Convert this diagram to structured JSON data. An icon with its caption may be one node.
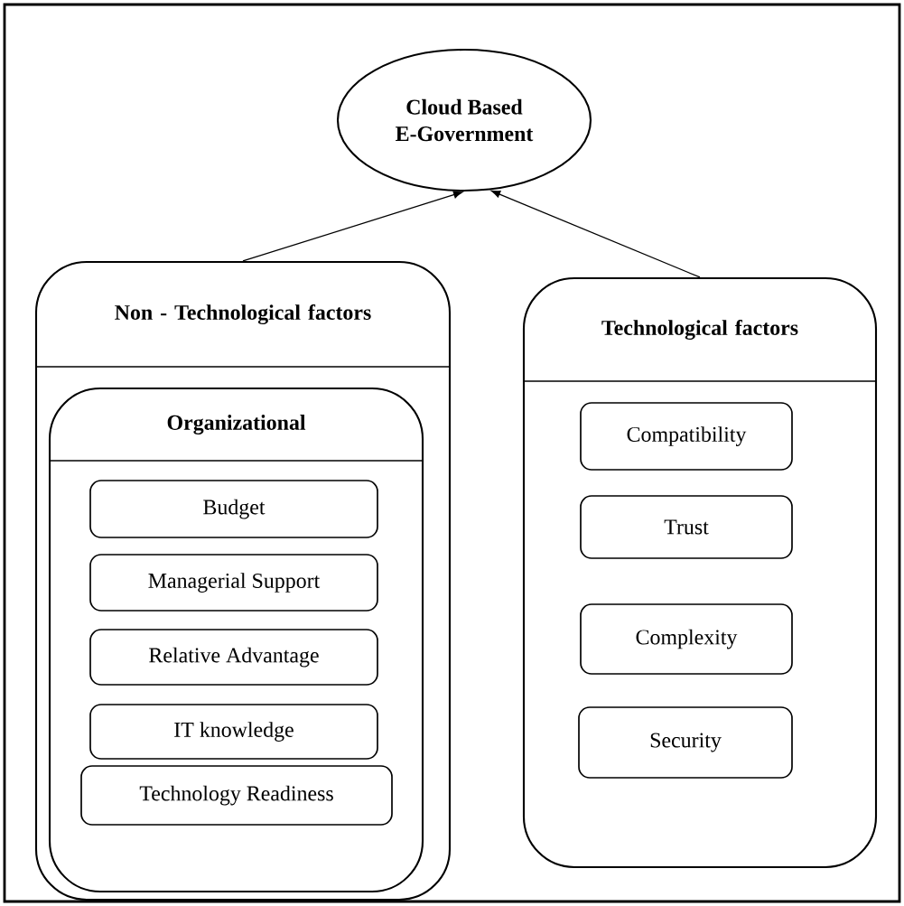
{
  "diagram": {
    "nodes": [
      {
        "text": [
          "Cloud Based E-Government"
        ]
      },
      {
        "text": [
          "Non - Technological factors"
        ]
      },
      {
        "text": [
          "Organizational"
        ],
        "in": 1
      },
      {
        "text": [
          "Budget"
        ],
        "in": 2
      },
      {
        "text": [
          "Managerial Support"
        ],
        "in": 2
      },
      {
        "text": [
          "Relative Advantage"
        ],
        "in": 2
      },
      {
        "text": [
          "IT knowledge"
        ],
        "in": 2
      },
      {
        "text": [
          "Technology Readiness"
        ],
        "in": 2
      },
      {
        "text": [
          "Technological factors"
        ]
      },
      {
        "text": [
          "Compatibility"
        ],
        "in": 8
      },
      {
        "text": [
          "Trust"
        ],
        "in": 8
      },
      {
        "text": [
          "Complexity"
        ],
        "in": 8
      },
      {
        "text": [
          "Security"
        ],
        "in": 8
      }
    ],
    "edges": [
      {
        "from": 1,
        "to": 0,
        "arrow": "to"
      },
      {
        "from": 8,
        "to": 0,
        "arrow": "to"
      }
    ]
  }
}
